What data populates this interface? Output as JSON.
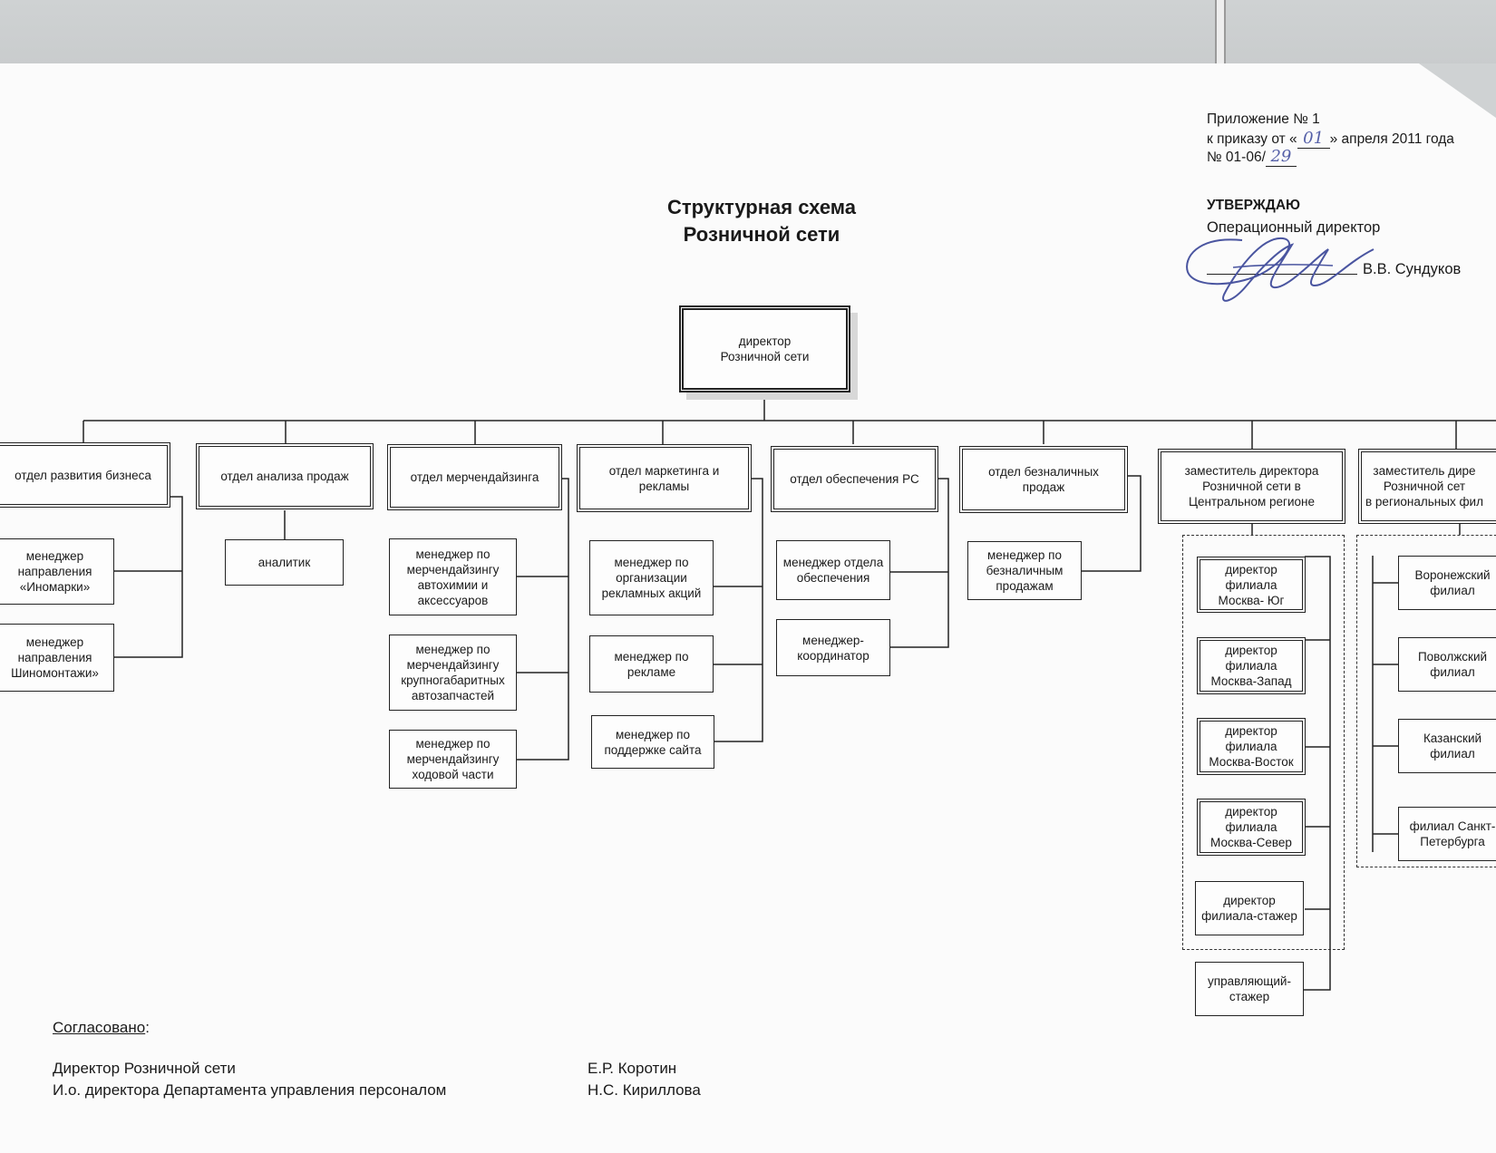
{
  "header": {
    "appendix_line1": "Приложение № 1",
    "appendix_line2_prefix": "к приказу от «",
    "appendix_day": "01",
    "appendix_line2_suffix": "» апреля 2011 года",
    "appendix_line3_prefix": "№ 01-06/",
    "appendix_number": "29"
  },
  "approval": {
    "title": "УТВЕРЖДАЮ",
    "position": "Операционный директор",
    "name": "В.В. Сундуков"
  },
  "title": {
    "line1": "Структурная схема",
    "line2": "Розничной сети"
  },
  "top_box": "директор\nРозничной сети",
  "departments": [
    "отдел развития бизнеса",
    "отдел анализа продаж",
    "отдел мерчендайзинга",
    "отдел маркетинга и\nрекламы",
    "отдел обеспечения РС",
    "отдел безналичных\nпродаж",
    "заместитель директора\nРозничной сети в\nЦентральном регионе",
    "заместитель дире\nРозничной сет\nв региональных фил"
  ],
  "sub_business": [
    "менеджер\nнаправления\n«Иномарки»",
    "менеджер\nнаправления\nШиномонтажи»"
  ],
  "sub_analysis": [
    "аналитик"
  ],
  "sub_merch": [
    "менеджер по\nмерчендайзингу\nавтохимии и\nаксессуаров",
    "менеджер по\nмерчендайзингу\nкрупногабаритных\nавтозапчастей",
    "менеджер по\nмерчендайзингу\nходовой части"
  ],
  "sub_marketing": [
    "менеджер по\nорганизации\nрекламных акций",
    "менеджер по\nрекламе",
    "менеджер по\nподдержке сайта"
  ],
  "sub_supply": [
    "менеджер отдела\nобеспечения",
    "менеджер-\nкоординатор"
  ],
  "sub_cashless": [
    "менеджер по\nбезналичным\nпродажам"
  ],
  "sub_central": [
    "директор\nфилиала\nМосква- Юг",
    "директор\nфилиала\nМосква-Запад",
    "директор\nфилиала\nМосква-Восток",
    "директор\nфилиала\nМосква-Север",
    "директор\nфилиала-стажер",
    "управляющий-\nстажер"
  ],
  "sub_regional": [
    "Воронежский\nфилиал",
    "Поволжский\nфилиал",
    "Казанский\nфилиал",
    "филиал Санкт-\nПетербурга"
  ],
  "agreed": {
    "heading": "Согласовано",
    "colon": ":",
    "rows": [
      {
        "position": "Директор Розничной сети",
        "name": "Е.Р. Коротин"
      },
      {
        "position": "И.о. директора Департамента управления персоналом",
        "name": "Н.С. Кириллова"
      }
    ]
  }
}
